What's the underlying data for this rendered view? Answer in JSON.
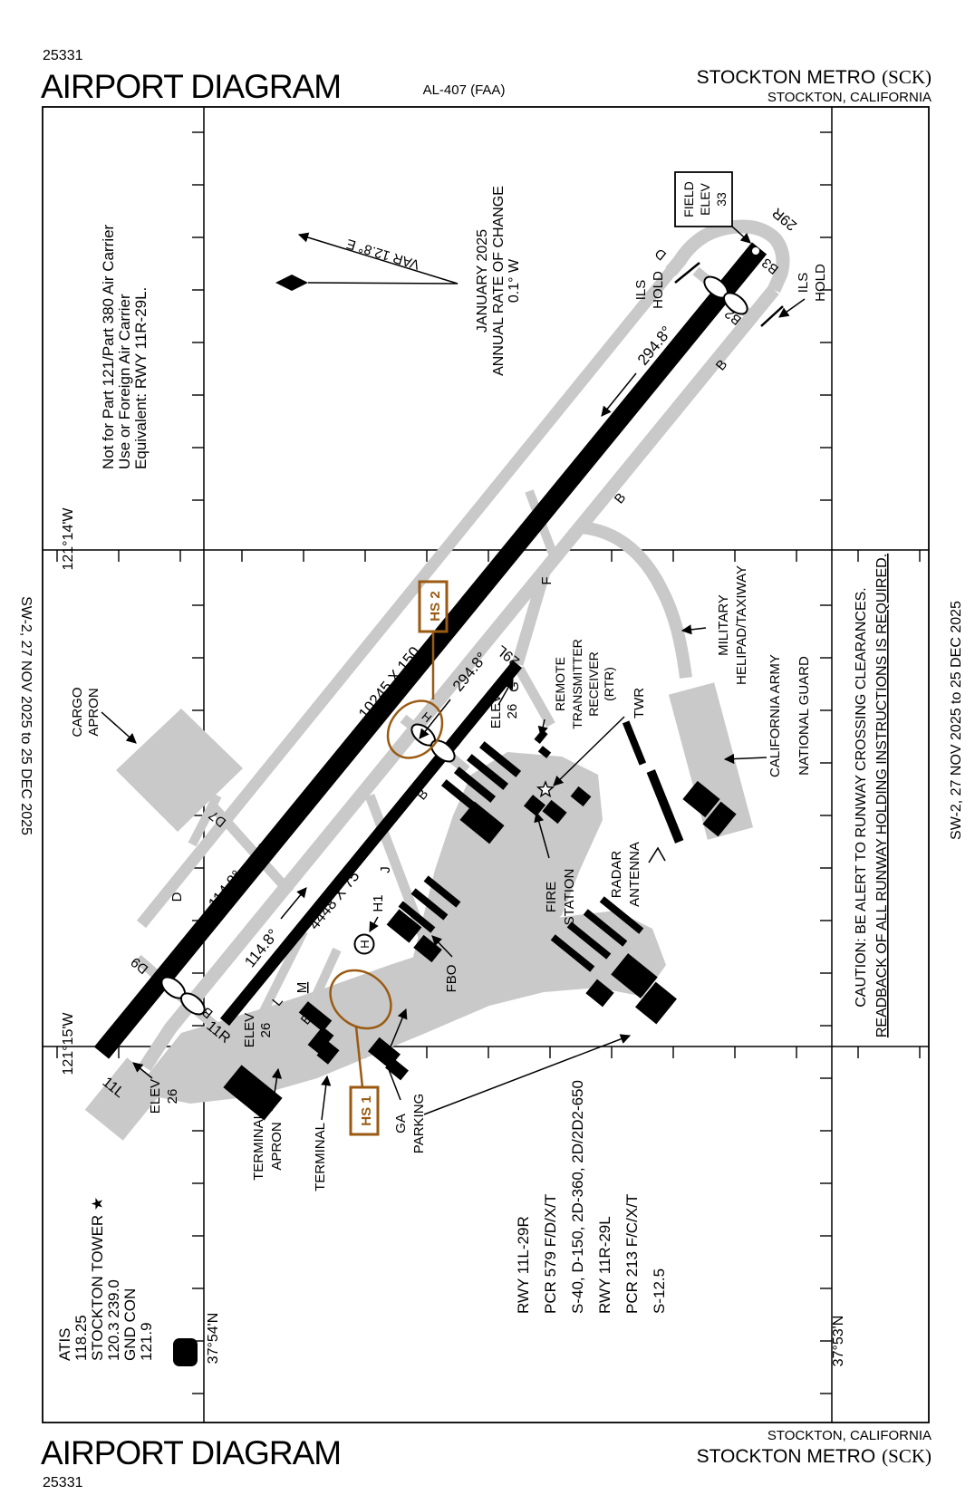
{
  "header": {
    "chart_number": "25331",
    "title": "AIRPORT DIAGRAM",
    "al_number": "AL-407 (FAA)",
    "airport_name": "STOCKTON METRO",
    "airport_code": "(SCK)",
    "city": "STOCKTON, CALIFORNIA"
  },
  "footer": {
    "chart_number": "25331",
    "title": "AIRPORT DIAGRAM",
    "airport_name": "STOCKTON METRO",
    "airport_code": "(SCK)",
    "city": "STOCKTON, CALIFORNIA"
  },
  "margins": {
    "left_edition": "SW-2,  27 NOV 2025  to  25 DEC 2025",
    "right_edition": "SW-2,  27 NOV 2025  to  25 DEC 2025"
  },
  "grid": {
    "lon_14": "121°14'W",
    "lon_15": "121°15'W",
    "lat_54": "37°54'N",
    "lat_53": "37°53'N"
  },
  "compass": {
    "var_label": "VAR 12.8° E"
  },
  "notes": {
    "january": [
      "JANUARY 2025",
      "ANNUAL RATE OF CHANGE",
      "0.1° W"
    ],
    "not_for_carrier": [
      "Not for Part 121/Part 380 Air Carrier",
      "Use or Foreign Air Carrier",
      "Equivalent: RWY 11R-29L."
    ],
    "caution1": "CAUTION:  BE ALERT TO RUNWAY CROSSING CLEARANCES.",
    "caution2": "READBACK OF ALL RUNWAY HOLDING INSTRUCTIONS IS REQUIRED."
  },
  "field_elev": {
    "l1": "FIELD",
    "l2": "ELEV",
    "value": "33"
  },
  "frequencies": {
    "atis_label": "ATIS",
    "atis": "118.25",
    "twr_label": "STOCKTON TOWER ★",
    "twr": "120.3  239.0",
    "gnd_label": "GND CON",
    "gnd": "121.9",
    "clnc_symbol": "D"
  },
  "runway_data": {
    "l1": "RWY 11L-29R",
    "l2": "PCR 579 F/D/X/T",
    "l3": "S-40, D-150, 2D-360, 2D/2D2-650",
    "l4": "RWY 11R-29L",
    "l5": "PCR 213 F/C/X/T",
    "l6": "S-12.5"
  },
  "map": {
    "r11l": "11L",
    "r29r": "29R",
    "r11r": "11R",
    "r29l": "29L",
    "rwy1_dim": "10245 X 150",
    "rwy2_dim": "4448 X 75",
    "hdg_114": "114.8°",
    "hdg_294": "294.8°",
    "elev_label": "ELEV",
    "elev_value": "26",
    "ils": "ILS",
    "hold": "HOLD",
    "tw_b": "B",
    "tw_b2": "B2",
    "tw_b3": "B3",
    "tw_d": "D",
    "tw_d7": "D7",
    "tw_d9": "D9",
    "tw_f": "F",
    "tw_g": "G",
    "tw_j": "J",
    "tw_l": "L",
    "tw_m": "M",
    "h1": "H1",
    "h": "H",
    "hs1": "HS 1",
    "hs2": "HS 2",
    "cargo1": "CARGO",
    "cargo2": "APRON",
    "terminal": "TERMINAL",
    "apron": "APRON",
    "ga1": "GA",
    "ga2": "PARKING",
    "fbo": "FBO",
    "fire1": "FIRE",
    "fire2": "STATION",
    "radar1": "RADAR",
    "radar2": "ANTENNA",
    "rtr1": "REMOTE",
    "rtr2": "TRANSMITTER",
    "rtr3": "RECEIVER",
    "rtr4": "(RTR)",
    "twr": "TWR",
    "mil1": "MILITARY",
    "mil2": "HELIPAD/TAXIWAY",
    "guard1": "CALIFORNIA ARMY",
    "guard2": "NATIONAL GUARD"
  }
}
